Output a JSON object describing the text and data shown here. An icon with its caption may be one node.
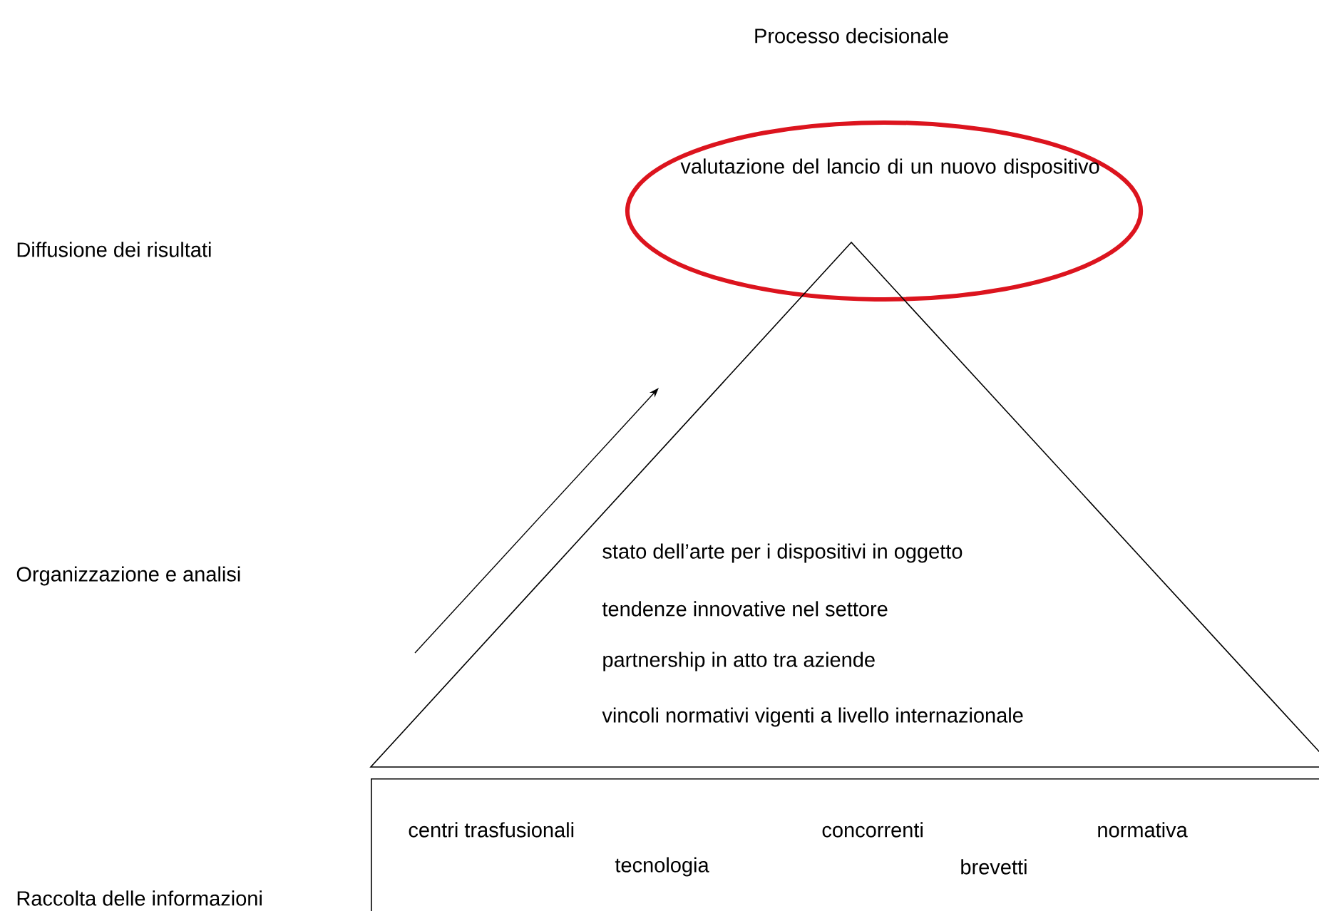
{
  "diagram": {
    "nodes": [
      {
        "text": [
          "valutazione del lancio di un nuovo dispositivo"
        ]
      },
      {
        "text": [
          "stato dell’arte per i dispositivi in oggetto",
          "tendenze innovative nel settore",
          "partnership in atto tra aziende",
          "vincoli normativi vigenti a livello internazionale"
        ]
      },
      {
        "text": [
          "centri trasfusionali",
          "concorrenti",
          "normativa",
          "tecnologia",
          "brevetti"
        ]
      }
    ],
    "edges": [],
    "labels": [
      "Processo decisionale",
      "Diffusione dei risultati",
      "Organizzazione e analisi",
      "Raccolta delle informazioni"
    ]
  }
}
